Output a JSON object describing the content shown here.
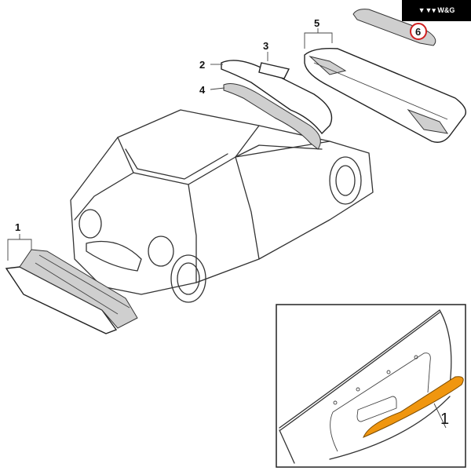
{
  "logo": {
    "text": "▼▼▾ W&G"
  },
  "callouts": {
    "main_1": "1",
    "main_2": "2",
    "main_3": "3",
    "main_4": "4",
    "main_5": "5",
    "main_6": "6",
    "inset_1": "1"
  },
  "colors": {
    "highlight": "#F0960F",
    "circle": "#D02020"
  }
}
